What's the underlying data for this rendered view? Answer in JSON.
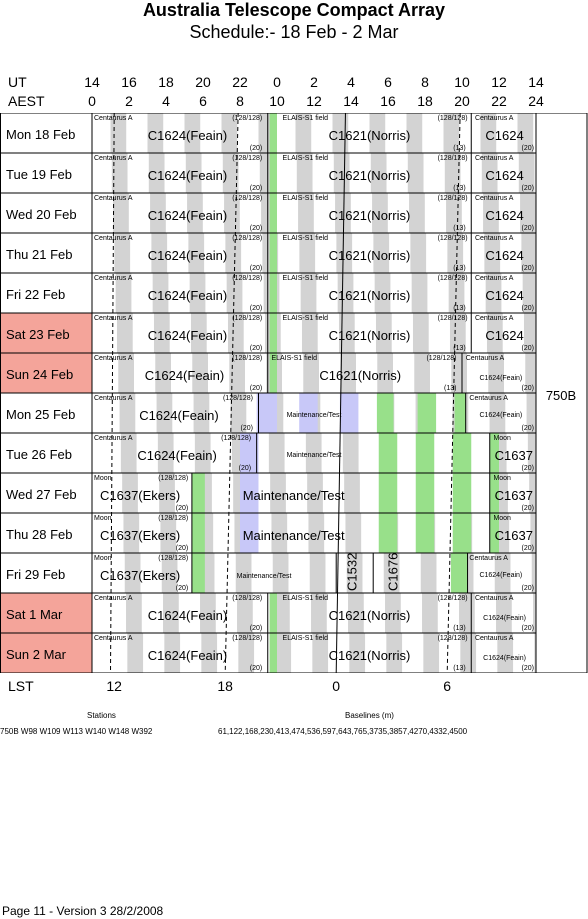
{
  "header": {
    "title": "Australia Telescope Compact Array",
    "subtitle": "Schedule:- 18 Feb - 2  Mar"
  },
  "axis": {
    "ut_label": "UT",
    "aest_label": "AEST",
    "ut_ticks": [
      "14",
      "16",
      "18",
      "20",
      "22",
      "0",
      "2",
      "4",
      "6",
      "8",
      "10",
      "12",
      "14"
    ],
    "aest_ticks": [
      "0",
      "2",
      "4",
      "6",
      "8",
      "10",
      "12",
      "14",
      "16",
      "18",
      "20",
      "22",
      "24"
    ],
    "lst_label": "LST",
    "lst_ticks": [
      {
        "label": "12",
        "aest": 1.2
      },
      {
        "label": "18",
        "aest": 7.2
      },
      {
        "label": "0",
        "aest": 13.2
      },
      {
        "label": "6",
        "aest": 19.2
      }
    ]
  },
  "config_label": "750B",
  "colors": {
    "weekend": "#f4a49a",
    "grey_band": "#d3d3d3",
    "green_band": "#98e08a",
    "blue_band": "#c8c8f8",
    "line": "#000000"
  },
  "days": [
    {
      "label": "Mon  18 Feb",
      "weekend": false,
      "type": "normal"
    },
    {
      "label": "Tue   19 Feb",
      "weekend": false,
      "type": "normal"
    },
    {
      "label": "Wed  20 Feb",
      "weekend": false,
      "type": "normal"
    },
    {
      "label": "Thu   21 Feb",
      "weekend": false,
      "type": "normal"
    },
    {
      "label": "Fri    22 Feb",
      "weekend": false,
      "type": "normal"
    },
    {
      "label": "Sat   23 Feb",
      "weekend": true,
      "type": "normal"
    },
    {
      "label": "Sun   24 Feb",
      "weekend": true,
      "type": "sun24"
    },
    {
      "label": "Mon  25 Feb",
      "weekend": false,
      "type": "maint1"
    },
    {
      "label": "Tue   26 Feb",
      "weekend": false,
      "type": "maint2"
    },
    {
      "label": "Wed  27 Feb",
      "weekend": false,
      "type": "moon"
    },
    {
      "label": "Thu   28 Feb",
      "weekend": false,
      "type": "moon"
    },
    {
      "label": "Fri    29 Feb",
      "weekend": false,
      "type": "fri29"
    },
    {
      "label": "Sat    1  Mar",
      "weekend": true,
      "type": "normal2"
    },
    {
      "label": "Sun   2  Mar",
      "weekend": true,
      "type": "normal2"
    }
  ],
  "blocks": {
    "centaurus": "Centaurus A",
    "elais": "ELAIS-S1 field",
    "elais2": "ELAIS-S1 field",
    "moon": "Moon",
    "c1624": "C1624(Feain)",
    "c1624_short": "C1624",
    "c1621": "C1621(Norris)",
    "c1637e": "C1637(Ekers)",
    "c1637": "C1637",
    "c1532": "C1532",
    "c1676": "C1676",
    "maint": "Maintenance/Test",
    "f128": "(128/128)",
    "f20": "(20)",
    "f13": "(13)"
  },
  "footer": {
    "stations_title": "Stations",
    "stations": "750B    W98  W109  W113  W140  W148  W392",
    "baselines_title": "Baselines (m)",
    "baselines": "61,122,168,230,413,474,536,597,643,765,3735,3857,4270,4332,4500",
    "page": "Page 11 - Version 3  28/2/2008"
  }
}
